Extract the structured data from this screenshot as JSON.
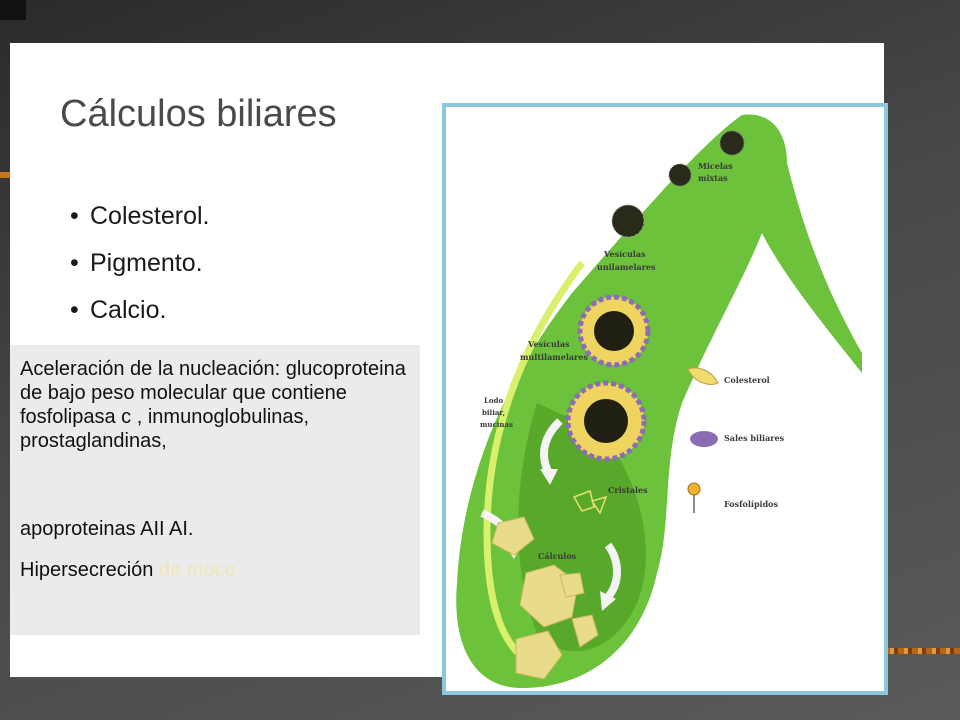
{
  "slide": {
    "title": "Cálculos biliares",
    "bullet_char": "•",
    "bullets": [
      "Colesterol.",
      "Pigmento.",
      "Calcio."
    ]
  },
  "text_box": {
    "para1": "Aceleración de la nucleación: glucoproteina de bajo peso molecular que contiene fosfolipasa c , inmunoglobulinas, prostaglandinas,",
    "para2": "apoproteinas AII AI.",
    "para3_main": "Hipersecreción",
    "para3_faint": "de moco"
  },
  "diagram": {
    "labels": {
      "micelas_1": "Micelas",
      "micelas_2": "mixtas",
      "vesiculas_uni_1": "Vesículas",
      "vesiculas_uni_2": "unilamelares",
      "vesiculas_multi_1": "Vesículas",
      "vesiculas_multi_2": "multilamelares",
      "lodo_1": "Lodo",
      "lodo_2": "biliar,",
      "lodo_3": "mucinas",
      "cristales": "Cristales",
      "calculos": "Cálculos"
    },
    "legend": {
      "colesterol": "Colesterol",
      "sales_biliares": "Sales biliares",
      "fosfolipidos": "Fosfolípidos"
    },
    "colors": {
      "frame": "#8cc8dc",
      "bile_green": "#6cc23a",
      "dark_green": "#3e8e1e",
      "cholesterol": "#f0dc6e",
      "bile_salt": "#8c6cb4",
      "stone": "#e8dc8a"
    }
  }
}
